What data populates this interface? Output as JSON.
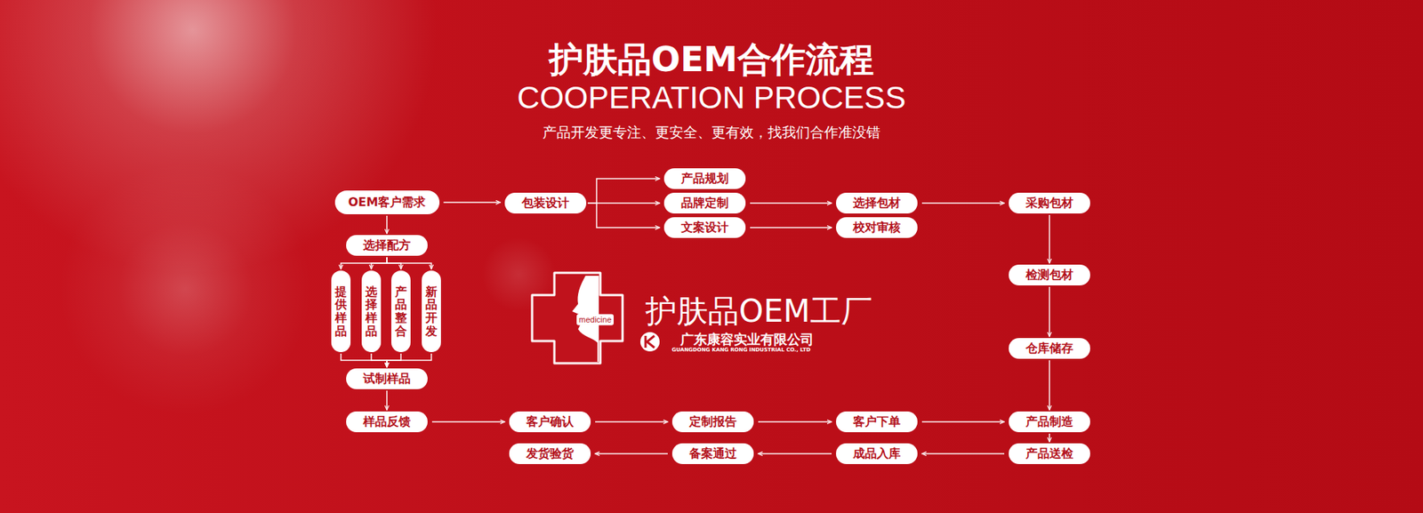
{
  "diagram": {
    "title": "护肤品OEM合作流程",
    "nodes": [
      {
        "text": [
          "OEM客户需求"
        ]
      },
      {
        "text": [
          "包装设计"
        ]
      },
      {
        "text": [
          "产品规划"
        ]
      },
      {
        "text": [
          "品牌定制"
        ]
      },
      {
        "text": [
          "文案设计"
        ]
      },
      {
        "text": [
          "选择包材"
        ]
      },
      {
        "text": [
          "校对审核"
        ]
      },
      {
        "text": [
          "采购包材"
        ]
      },
      {
        "text": [
          "检测包材"
        ]
      },
      {
        "text": [
          "仓库储存"
        ]
      },
      {
        "text": [
          "选择配方"
        ]
      },
      {
        "text": [
          "提供样品"
        ]
      },
      {
        "text": [
          "选择样品"
        ]
      },
      {
        "text": [
          "产品整合"
        ]
      },
      {
        "text": [
          "新品开发"
        ]
      },
      {
        "text": [
          "试制样品"
        ]
      },
      {
        "text": [
          "样品反馈"
        ]
      },
      {
        "text": [
          "客户确认"
        ]
      },
      {
        "text": [
          "定制报告"
        ]
      },
      {
        "text": [
          "客户下单"
        ]
      },
      {
        "text": [
          "产品制造"
        ]
      },
      {
        "text": [
          "产品送检"
        ]
      },
      {
        "text": [
          "成品入库"
        ]
      },
      {
        "text": [
          "备案通过"
        ]
      },
      {
        "text": [
          "发货验货"
        ]
      }
    ],
    "edges": [
      {
        "from": 0,
        "to": 1,
        "arrow": "to"
      },
      {
        "from": 1,
        "to": 2,
        "arrow": "to"
      },
      {
        "from": 1,
        "to": 3,
        "arrow": "to"
      },
      {
        "from": 1,
        "to": 4,
        "arrow": "to"
      },
      {
        "from": 3,
        "to": 5,
        "arrow": "to"
      },
      {
        "from": 4,
        "to": 6,
        "arrow": "to"
      },
      {
        "from": 5,
        "to": 7,
        "arrow": "to"
      },
      {
        "from": 7,
        "to": 8,
        "arrow": "to"
      },
      {
        "from": 8,
        "to": 9,
        "arrow": "to"
      },
      {
        "from": 9,
        "to": 20,
        "arrow": "to"
      },
      {
        "from": 0,
        "to": 10,
        "arrow": "to"
      },
      {
        "from": 10,
        "to": 11,
        "arrow": "to"
      },
      {
        "from": 10,
        "to": 12,
        "arrow": "to"
      },
      {
        "from": 10,
        "to": 13,
        "arrow": "to"
      },
      {
        "from": 10,
        "to": 14,
        "arrow": "to"
      },
      {
        "from": 11,
        "to": 15,
        "arrow": "to"
      },
      {
        "from": 12,
        "to": 15,
        "arrow": "to"
      },
      {
        "from": 13,
        "to": 15,
        "arrow": "to"
      },
      {
        "from": 14,
        "to": 15,
        "arrow": "to"
      },
      {
        "from": 15,
        "to": 16,
        "arrow": "to"
      },
      {
        "from": 16,
        "to": 17,
        "arrow": "to"
      },
      {
        "from": 17,
        "to": 18,
        "arrow": "to"
      },
      {
        "from": 18,
        "to": 19,
        "arrow": "to"
      },
      {
        "from": 19,
        "to": 20,
        "arrow": "to"
      },
      {
        "from": 20,
        "to": 21,
        "arrow": "to"
      },
      {
        "from": 21,
        "to": 22,
        "arrow": "to"
      },
      {
        "from": 22,
        "to": 23,
        "arrow": "to"
      },
      {
        "from": 23,
        "to": 24,
        "arrow": "to"
      }
    ],
    "labels": [
      "COOPERATION PROCESS",
      "产品开发更专注、更安全、更有效，找我们合作准没错",
      "medicine",
      "护肤品OEM工厂",
      "广东康容实业有限公司",
      "GUANGDONG KANG RONG INDUSTRIAL CO., LTD"
    ]
  }
}
